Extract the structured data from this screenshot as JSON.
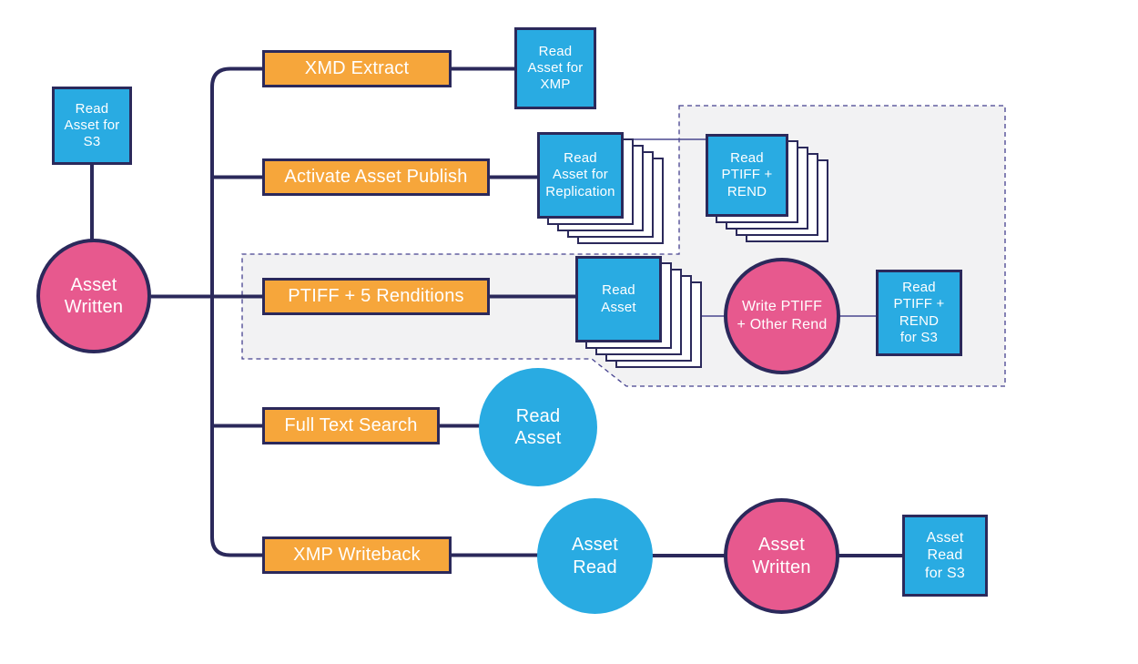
{
  "colors": {
    "orange": "#F6A63B",
    "blue": "#29ABE2",
    "pink": "#E7598E",
    "navy": "#2B295B",
    "thin_line": "#4B4890",
    "region_fill": "#F2F2F3",
    "region_border": "#45418F"
  },
  "source": {
    "read_asset_s3": "Read\nAsset for\nS3",
    "asset_written": "Asset\nWritten"
  },
  "branches": {
    "xmd_extract": {
      "label": "XMD Extract",
      "read_asset_xmp": "Read\nAsset for\nXMP"
    },
    "activate_asset_publish": {
      "label": "Activate Asset Publish",
      "read_asset_replication": "Read\nAsset for\nReplication",
      "read_ptiff_rend": "Read\nPTIFF +\nREND"
    },
    "ptiff_renditions": {
      "label": "PTIFF + 5 Renditions",
      "read_asset": "Read\nAsset",
      "write_ptiff_other_rend": "Write PTIFF\n+ Other Rend",
      "read_ptiff_rend_s3": "Read\nPTIFF +\nREND\nfor S3"
    },
    "full_text_search": {
      "label": "Full Text Search",
      "read_asset": "Read\nAsset"
    },
    "xmp_writeback": {
      "label": "XMP Writeback",
      "asset_read": "Asset\nRead",
      "asset_written": "Asset\nWritten",
      "asset_read_s3": "Asset\nRead\nfor S3"
    }
  }
}
